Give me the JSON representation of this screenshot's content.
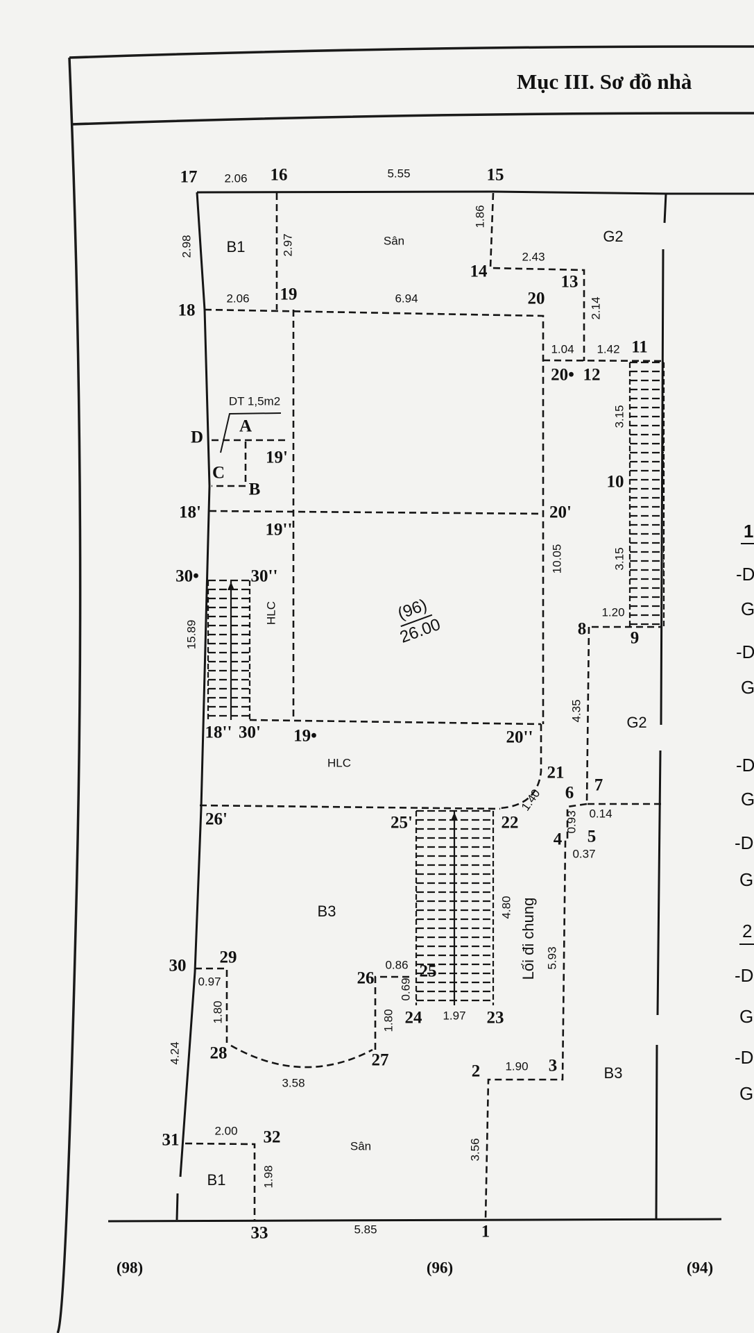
{
  "title": "Mục III. Sơ đồ nhà",
  "points": [
    "17",
    "16",
    "15",
    "14",
    "13",
    "19",
    "20",
    "18",
    "11",
    "20•",
    "12",
    "D",
    "A",
    "19'",
    "C",
    "B",
    "10",
    "18'",
    "20'",
    "19''",
    "30•",
    "30''",
    "8",
    "9",
    "18''",
    "30'",
    "19•",
    "20''",
    "21",
    "6",
    "7",
    "26'",
    "25'",
    "22",
    "5",
    "4",
    "30",
    "29",
    "26",
    "25",
    "24",
    "23",
    "28",
    "27",
    "2",
    "3",
    "31",
    "32",
    "33",
    "1"
  ],
  "dimensions": [
    "2.06",
    "5.55",
    "1.86",
    "2.98",
    "2.97",
    "2.43",
    "2.14",
    "2.06",
    "6.94",
    "1.04",
    "1.42",
    "3.15",
    "3.15",
    "10.05",
    "15.89",
    "1.20",
    "4.35",
    "1.40",
    "0.14",
    "0.93",
    "0.37",
    "4.80",
    "5.93",
    "0.97",
    "0.86",
    "0.69",
    "1.80",
    "1.80",
    "1.97",
    "4.24",
    "3.58",
    "1.90",
    "2.00",
    "1.98",
    "3.56",
    "5.85"
  ],
  "rooms": [
    "B1",
    "Sân",
    "G2",
    "DT 1,5m2",
    "HLC",
    "G2",
    "HLC",
    "B3",
    "Lối đi chung",
    "B3",
    "Sân",
    "B1"
  ],
  "parcel": {
    "number": "(96)",
    "area": "26.00"
  },
  "neighbors": [
    "(98)",
    "(96)",
    "(94)"
  ],
  "right_column": [
    "1",
    "-D",
    "G",
    "-D",
    "G",
    "-D",
    "G",
    "-D",
    "G",
    "2",
    "-D",
    "G",
    "-D",
    "G"
  ]
}
